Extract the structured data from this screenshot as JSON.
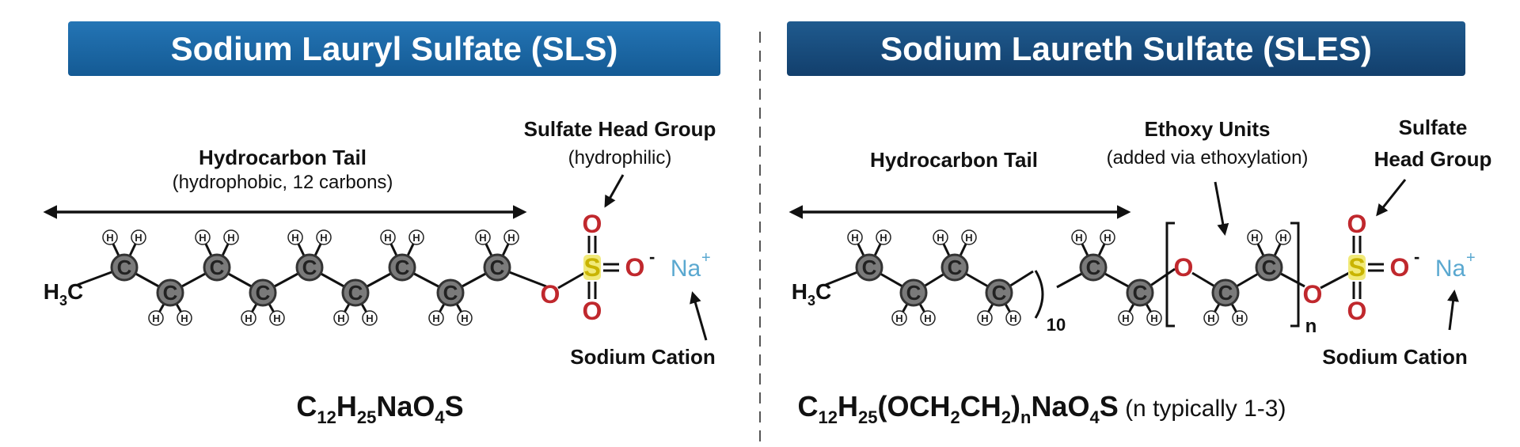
{
  "left": {
    "title": "Sodium Lauryl Sulfate (SLS)",
    "tail_label": "Hydrocarbon Tail",
    "tail_sub": "(hydrophobic, 12 carbons)",
    "head_label": "Sulfate Head Group",
    "head_sub": "(hydrophilic)",
    "cation_label": "Sodium Cation",
    "formula": [
      {
        "t": "C"
      },
      {
        "t": "12",
        "sub": true
      },
      {
        "t": "H"
      },
      {
        "t": "25",
        "sub": true
      },
      {
        "t": "NaO"
      },
      {
        "t": "4",
        "sub": true
      },
      {
        "t": "S"
      }
    ]
  },
  "right": {
    "title": "Sodium Laureth Sulfate (SLES)",
    "tail_label": "Hydrocarbon Tail",
    "ethoxy_label": "Ethoxy Units",
    "ethoxy_sub": "(added via ethoxylation)",
    "head_label_1": "Sulfate",
    "head_label_2": "Head Group",
    "cation_label": "Sodium Cation",
    "repeat_count": "10",
    "repeat_n": "n",
    "formula": [
      {
        "t": "C"
      },
      {
        "t": "12",
        "sub": true
      },
      {
        "t": "H"
      },
      {
        "t": "25",
        "sub": true
      },
      {
        "t": "(OCH"
      },
      {
        "t": "2",
        "sub": true
      },
      {
        "t": "CH"
      },
      {
        "t": "2",
        "sub": true
      },
      {
        "t": ")"
      },
      {
        "t": "n",
        "sub": true
      },
      {
        "t": "NaO"
      },
      {
        "t": "4",
        "sub": true
      },
      {
        "t": "S"
      },
      {
        "t": " (n typically 1-3)",
        "plain": true
      }
    ]
  },
  "atoms": {
    "carbon": "C",
    "hydrogen": "H",
    "oxygen": "O",
    "sulfur": "S",
    "oxide": "O",
    "oxide_charge": "-",
    "sodium": "Na",
    "sodium_charge": "+",
    "methyl": "H",
    "methyl_sub": "3",
    "methyl_c": "C"
  },
  "colors": {
    "carbon": "#7a7a7a",
    "oxygen": "#c0282d",
    "sulfur": "#c9b400",
    "sodium": "#5aa8d0",
    "header_left": "#1d6aa8",
    "header_right": "#184b7c"
  }
}
